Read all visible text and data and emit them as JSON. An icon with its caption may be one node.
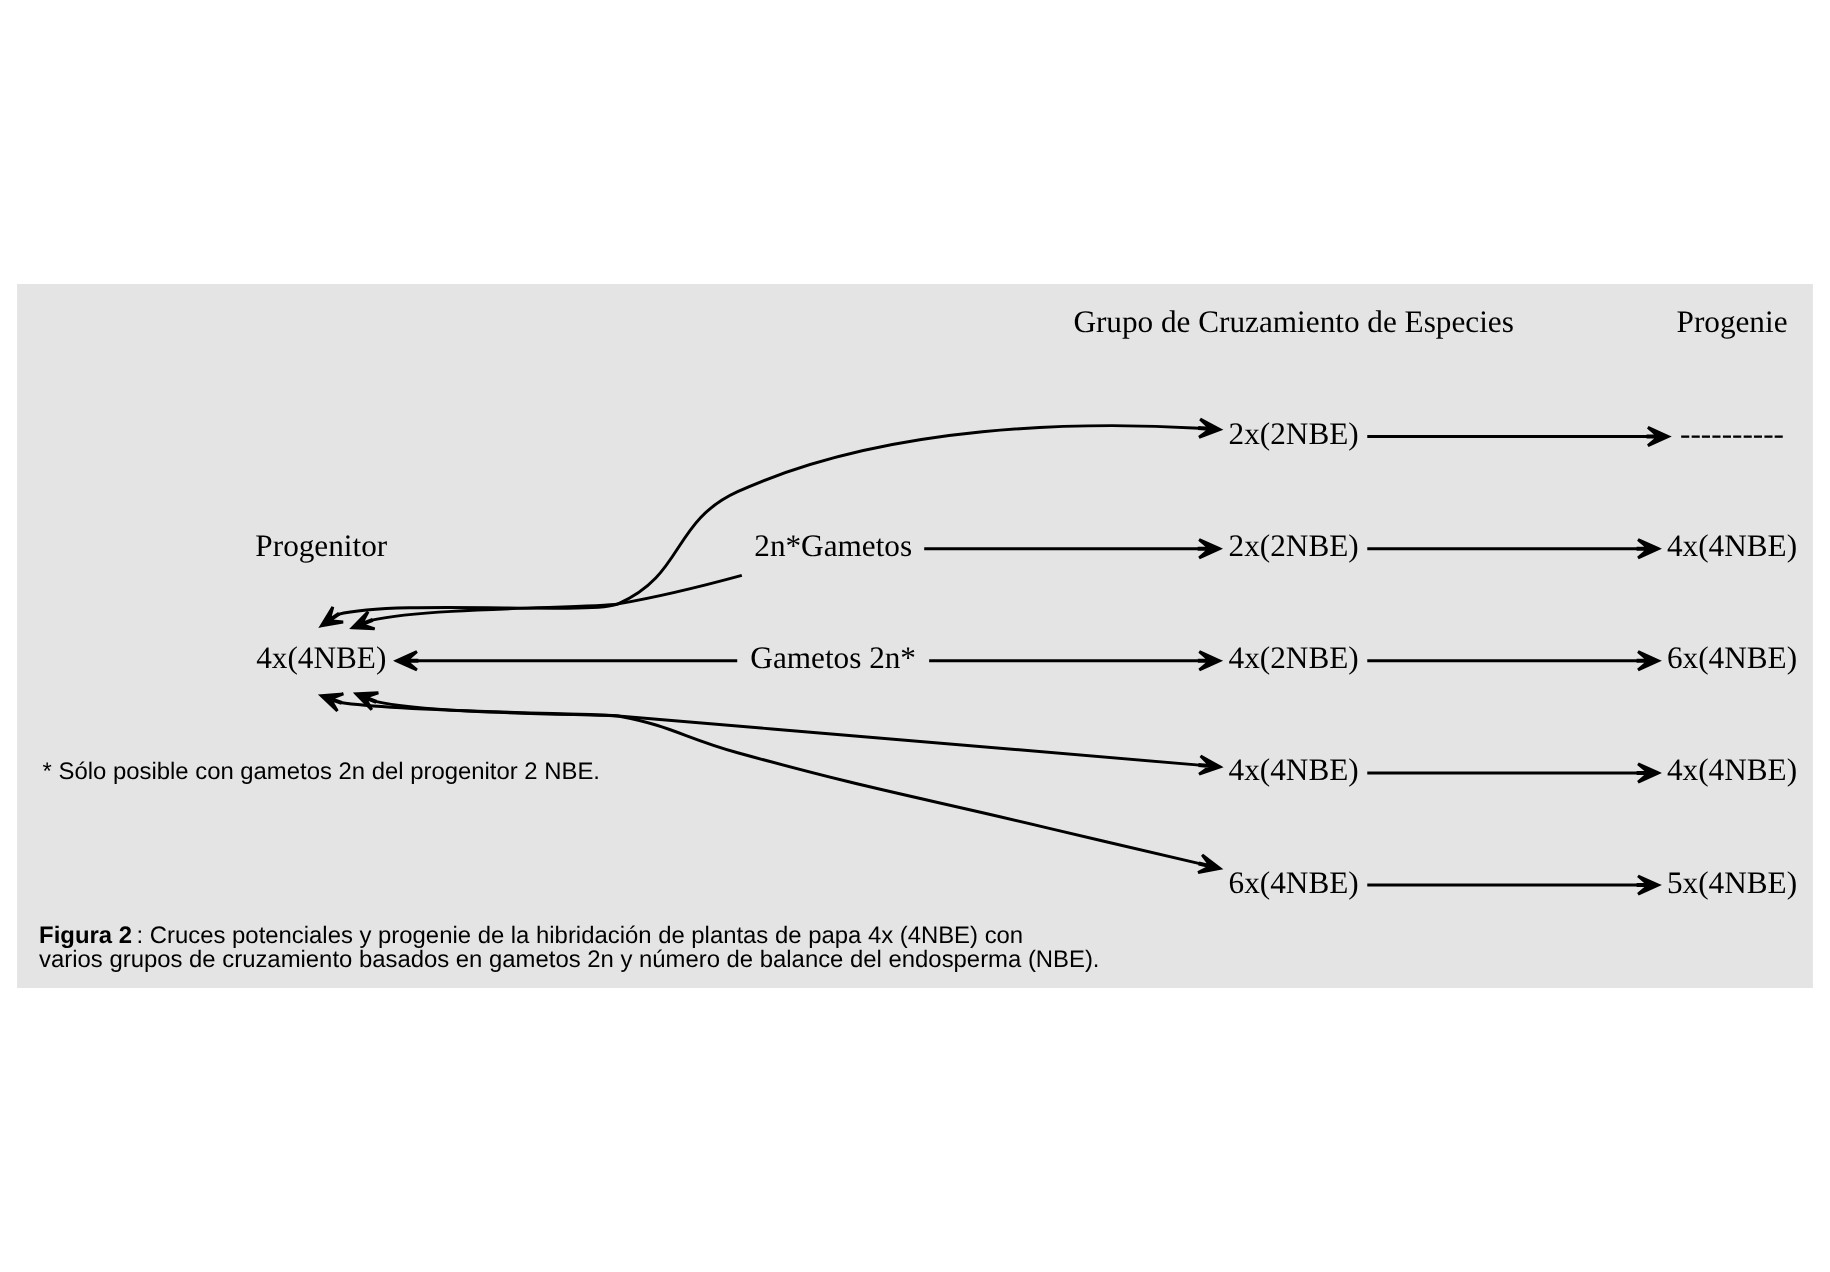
{
  "diagram": {
    "caption": "**Figura 2**: Cruces potenciales y progenie de la hibridación de plantas de papa 4x (4NBE) con varios grupos de cruzamiento basados en gametos 2n y número de balance del endosperma (NBE).",
    "nodes": [
      {
        "text": [
          "4x(4NBE)"
        ]
      },
      {
        "text": [
          "2n*Gametos"
        ]
      },
      {
        "text": [
          "Gametos 2n*"
        ]
      },
      {
        "text": [
          "2x(2NBE)"
        ]
      },
      {
        "text": [
          "2x(2NBE)"
        ]
      },
      {
        "text": [
          "4x(2NBE)"
        ]
      },
      {
        "text": [
          "4x(4NBE)"
        ]
      },
      {
        "text": [
          "6x(4NBE)"
        ]
      },
      {
        "text": [
          "----------"
        ]
      },
      {
        "text": [
          "4x(4NBE)"
        ]
      },
      {
        "text": [
          "6x(4NBE)"
        ]
      },
      {
        "text": [
          "4x(4NBE)"
        ]
      },
      {
        "text": [
          "5x(4NBE)"
        ]
      }
    ],
    "edges": [
      {
        "from": 0,
        "to": 3,
        "arrow": "both"
      },
      {
        "from": 1,
        "to": 0,
        "arrow": "to"
      },
      {
        "from": 1,
        "to": 4,
        "arrow": "to"
      },
      {
        "from": 2,
        "to": 0,
        "arrow": "to"
      },
      {
        "from": 2,
        "to": 5,
        "arrow": "to"
      },
      {
        "from": 0,
        "to": 6,
        "arrow": "both"
      },
      {
        "from": 0,
        "to": 7,
        "arrow": "both"
      },
      {
        "from": 3,
        "to": 8,
        "arrow": "to"
      },
      {
        "from": 4,
        "to": 9,
        "arrow": "to"
      },
      {
        "from": 5,
        "to": 10,
        "arrow": "to"
      },
      {
        "from": 6,
        "to": 11,
        "arrow": "to"
      },
      {
        "from": 7,
        "to": 12,
        "arrow": "to"
      }
    ],
    "labels": [
      "Progenitor",
      "Grupo de Cruzamiento de Especies",
      "Progenie",
      "* Sólo posible con gametos 2n del progenitor 2 NBE."
    ]
  }
}
